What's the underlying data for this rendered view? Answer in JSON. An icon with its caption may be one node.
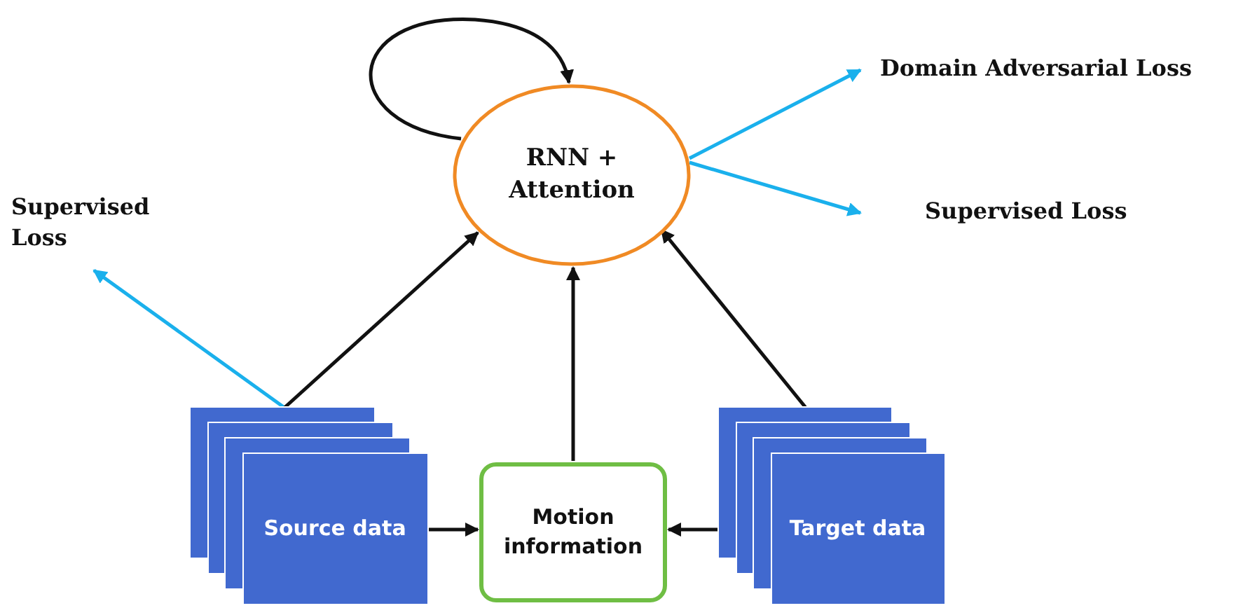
{
  "diagram": {
    "nodes": [
      {
        "text": [
          "RNN + Attention"
        ]
      },
      {
        "text": [
          "Domain Adversarial Loss"
        ]
      },
      {
        "text": [
          "Supervised Loss"
        ]
      },
      {
        "text": [
          "Supervised Loss"
        ]
      },
      {
        "text": [
          "Source data"
        ]
      },
      {
        "text": [
          "Motion information"
        ]
      },
      {
        "text": [
          "Target data"
        ]
      }
    ],
    "edges": [
      {
        "from": 0,
        "to": 0,
        "arrow": "to"
      },
      {
        "from": 0,
        "to": 1,
        "arrow": "to",
        "color": "#1ab0ec"
      },
      {
        "from": 0,
        "to": 2,
        "arrow": "to",
        "color": "#1ab0ec"
      },
      {
        "from": 4,
        "to": 3,
        "arrow": "to",
        "color": "#1ab0ec"
      },
      {
        "from": 4,
        "to": 0,
        "arrow": "to"
      },
      {
        "from": 5,
        "to": 0,
        "arrow": "to"
      },
      {
        "from": 6,
        "to": 0,
        "arrow": "to"
      },
      {
        "from": 4,
        "to": 5,
        "arrow": "to"
      },
      {
        "from": 6,
        "to": 5,
        "arrow": "to"
      }
    ]
  }
}
